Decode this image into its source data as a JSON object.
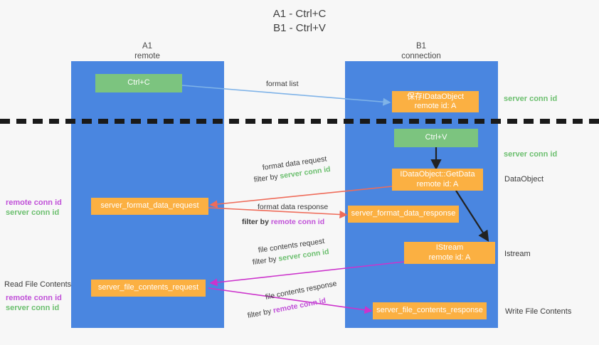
{
  "title": {
    "line1": "A1 - Ctrl+C",
    "line2": "B1 - Ctrl+V"
  },
  "columns": [
    {
      "name": "A1",
      "sub": "remote"
    },
    {
      "name": "B1",
      "sub": "connection"
    }
  ],
  "boxes": {
    "ctrl_c": "Ctrl+C",
    "ctrl_v": "Ctrl+V",
    "save_idataobject_l1": "保存IDataObject",
    "save_idataobject_l2": "remote id: A",
    "getdata_l1": "IDataObject::GetData",
    "getdata_l2": "remote id: A",
    "istream_l1": "IStream",
    "istream_l2": "remote id: A",
    "server_format_data_request": "server_format_data_request",
    "server_format_data_response": "server_format_data_response",
    "server_file_contents_request": "server_file_contents_request",
    "server_file_contents_response": "server_file_contents_response"
  },
  "edge_labels": {
    "format_list": "format list",
    "format_data_request": "format data request",
    "format_data_request_filter_prefix": "filter by ",
    "format_data_request_filter_value": "server conn id",
    "format_data_response": "format data response",
    "format_data_response_filter_prefix": "filter by ",
    "format_data_response_filter_value": "remote conn id",
    "file_contents_request": "file contents request",
    "file_contents_request_filter_prefix": "filter by ",
    "file_contents_request_filter_value": "server conn id",
    "file_contents_response": "file contents response",
    "file_contents_response_filter_prefix": "filter by ",
    "file_contents_response_filter_value": "remote conn id"
  },
  "annotations": {
    "right_server_conn_id_1": "server conn id",
    "right_server_conn_id_2": "server conn id",
    "right_dataobject": "DataObject",
    "right_istream": "Istream",
    "right_write_file_contents": "Write File Contents",
    "left_remote_conn_id_1": "remote conn id",
    "left_server_conn_id_1": "server conn id",
    "left_read_file_contents": "Read File Contents",
    "left_remote_conn_id_2": "remote conn id",
    "left_server_conn_id_2": "server conn id"
  },
  "colors": {
    "lane": "#4a86e0",
    "green_box": "#7cc47f",
    "orange_box": "#fbb042",
    "green_text": "#6cbf6f",
    "purple_text": "#c050d8",
    "arrow_blue": "#7fb3e8",
    "arrow_red": "#ef6c5a",
    "arrow_magenta": "#cc33cc",
    "arrow_black": "#222222",
    "background": "#f7f7f7"
  }
}
